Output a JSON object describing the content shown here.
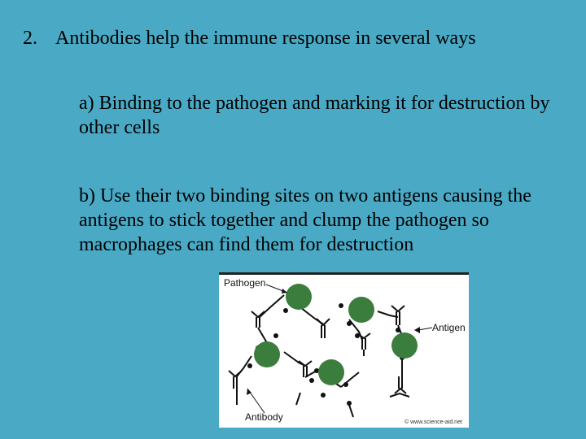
{
  "slide": {
    "heading_number": "2.",
    "heading": "Antibodies help the immune response in several ways",
    "points": [
      {
        "text": "a) Binding to the pathogen and marking it for destruction by other cells"
      },
      {
        "text": "b)  Use their two binding sites on two antigens causing the antigens to stick together and clump the pathogen so macrophages can find them for destruction"
      }
    ]
  },
  "figure": {
    "labels": {
      "pathogen": "Pathogen",
      "antigen": "Antigen",
      "antibody": "Antibody",
      "credit": "© www.science-aid.net"
    },
    "colors": {
      "pathogen": "#3b7d3c",
      "antibody": "#111111",
      "background": "#ffffff"
    }
  }
}
